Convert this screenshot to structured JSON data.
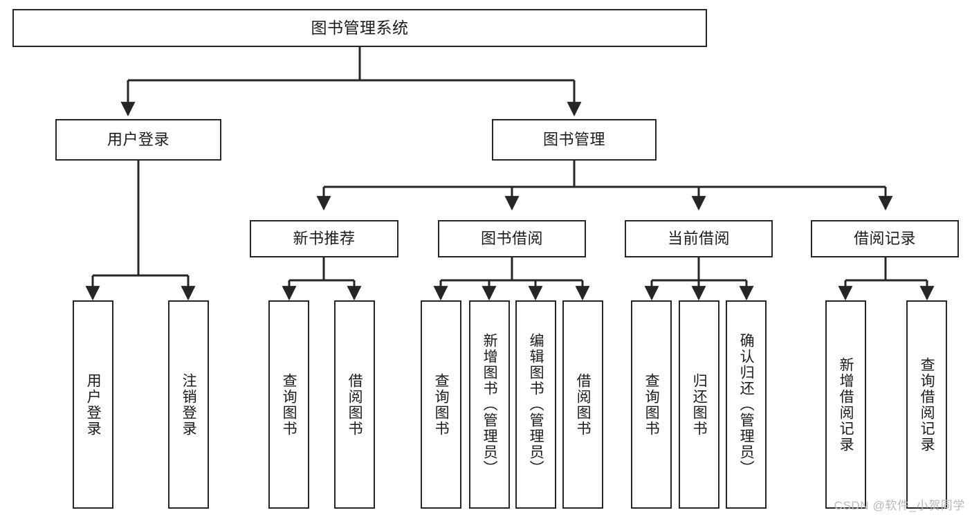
{
  "diagram": {
    "type": "tree-hierarchy-chart",
    "title": "图书管理系统",
    "watermark": "CSDN @软件_小贺同学",
    "colors": {
      "box_border": "#262626",
      "box_fill": "#ffffff",
      "connector": "#262626",
      "text": "#1b1b1b",
      "watermark": "#b9b9b9"
    },
    "levels": [
      {
        "level": 0,
        "nodes": [
          {
            "id": "root",
            "label": "图书管理系统"
          }
        ]
      },
      {
        "level": 1,
        "nodes": [
          {
            "id": "user-login",
            "label": "用户登录",
            "parent": "root"
          },
          {
            "id": "book-manage",
            "label": "图书管理",
            "parent": "root"
          }
        ]
      },
      {
        "level": 2,
        "nodes": [
          {
            "id": "new-book-recommend",
            "label": "新书推荐",
            "parent": "book-manage"
          },
          {
            "id": "book-borrow",
            "label": "图书借阅",
            "parent": "book-manage"
          },
          {
            "id": "current-borrow",
            "label": "当前借阅",
            "parent": "book-manage"
          },
          {
            "id": "borrow-record",
            "label": "借阅记录",
            "parent": "book-manage"
          }
        ]
      },
      {
        "level": 3,
        "nodes": [
          {
            "id": "leaf-1",
            "label": "用户登录",
            "parent": "user-login"
          },
          {
            "id": "leaf-2",
            "label": "注销登录",
            "parent": "user-login"
          },
          {
            "id": "leaf-3",
            "label": "查询图书",
            "parent": "new-book-recommend"
          },
          {
            "id": "leaf-4",
            "label": "借阅图书",
            "parent": "new-book-recommend"
          },
          {
            "id": "leaf-5",
            "label": "查询图书",
            "parent": "book-borrow"
          },
          {
            "id": "leaf-6",
            "label": "新增图书（管理员）",
            "parent": "book-borrow"
          },
          {
            "id": "leaf-7",
            "label": "编辑图书（管理员）",
            "parent": "book-borrow"
          },
          {
            "id": "leaf-8",
            "label": "借阅图书",
            "parent": "book-borrow"
          },
          {
            "id": "leaf-9",
            "label": "查询图书",
            "parent": "current-borrow"
          },
          {
            "id": "leaf-10",
            "label": "归还图书",
            "parent": "current-borrow"
          },
          {
            "id": "leaf-11",
            "label": "确认归还（管理员）",
            "parent": "current-borrow"
          },
          {
            "id": "leaf-12",
            "label": "新增借阅记录",
            "parent": "borrow-record"
          },
          {
            "id": "leaf-13",
            "label": "查询借阅记录",
            "parent": "borrow-record"
          }
        ]
      }
    ]
  }
}
